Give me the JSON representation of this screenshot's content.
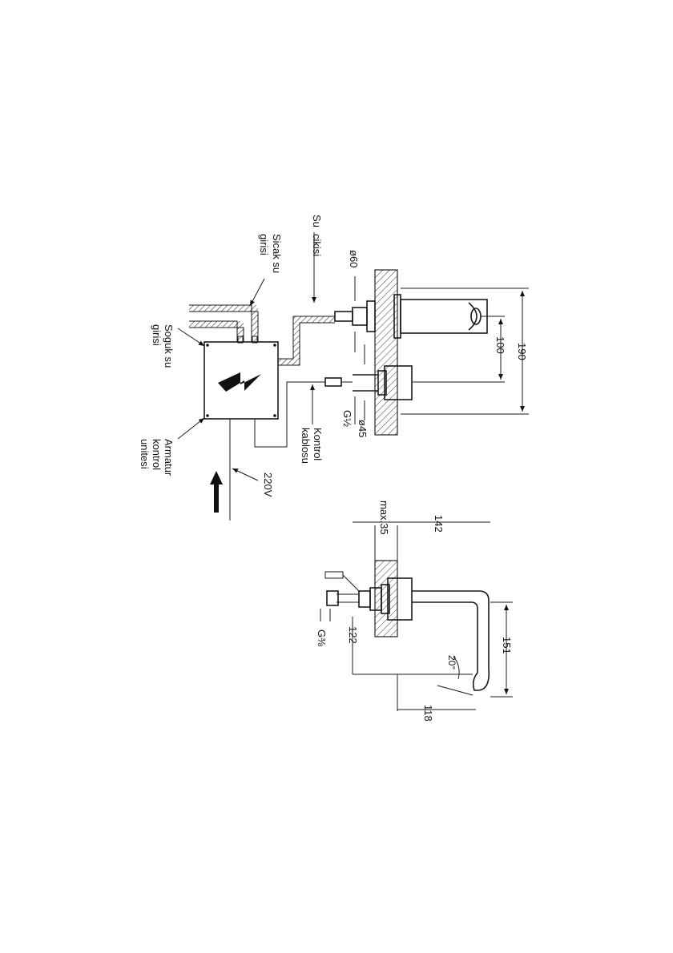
{
  "labels": {
    "su_cikisi": [
      "Su",
      "cikisi"
    ],
    "sicak_su_girisi": [
      "Sicak  su",
      "girisi"
    ],
    "soguk_su_girisi": [
      "Soguk  su",
      "girisi"
    ],
    "armatur_kontrol_unitesi": [
      "Armatur",
      "kontrol",
      "unitesi"
    ],
    "kontrol_kablosu": [
      "Kontrol",
      "kablosu"
    ],
    "voltage": "220V"
  },
  "dimensions_top": {
    "d60": "ø60",
    "d45": "ø45",
    "g_half": "G½",
    "h100": "100",
    "h190": "190"
  },
  "dimensions_bottom": {
    "max35": "max.35",
    "d142": "142",
    "d151": "151",
    "d122": "122",
    "g_three_eighths": "G⅜",
    "angle": "20°",
    "d118": "118"
  }
}
